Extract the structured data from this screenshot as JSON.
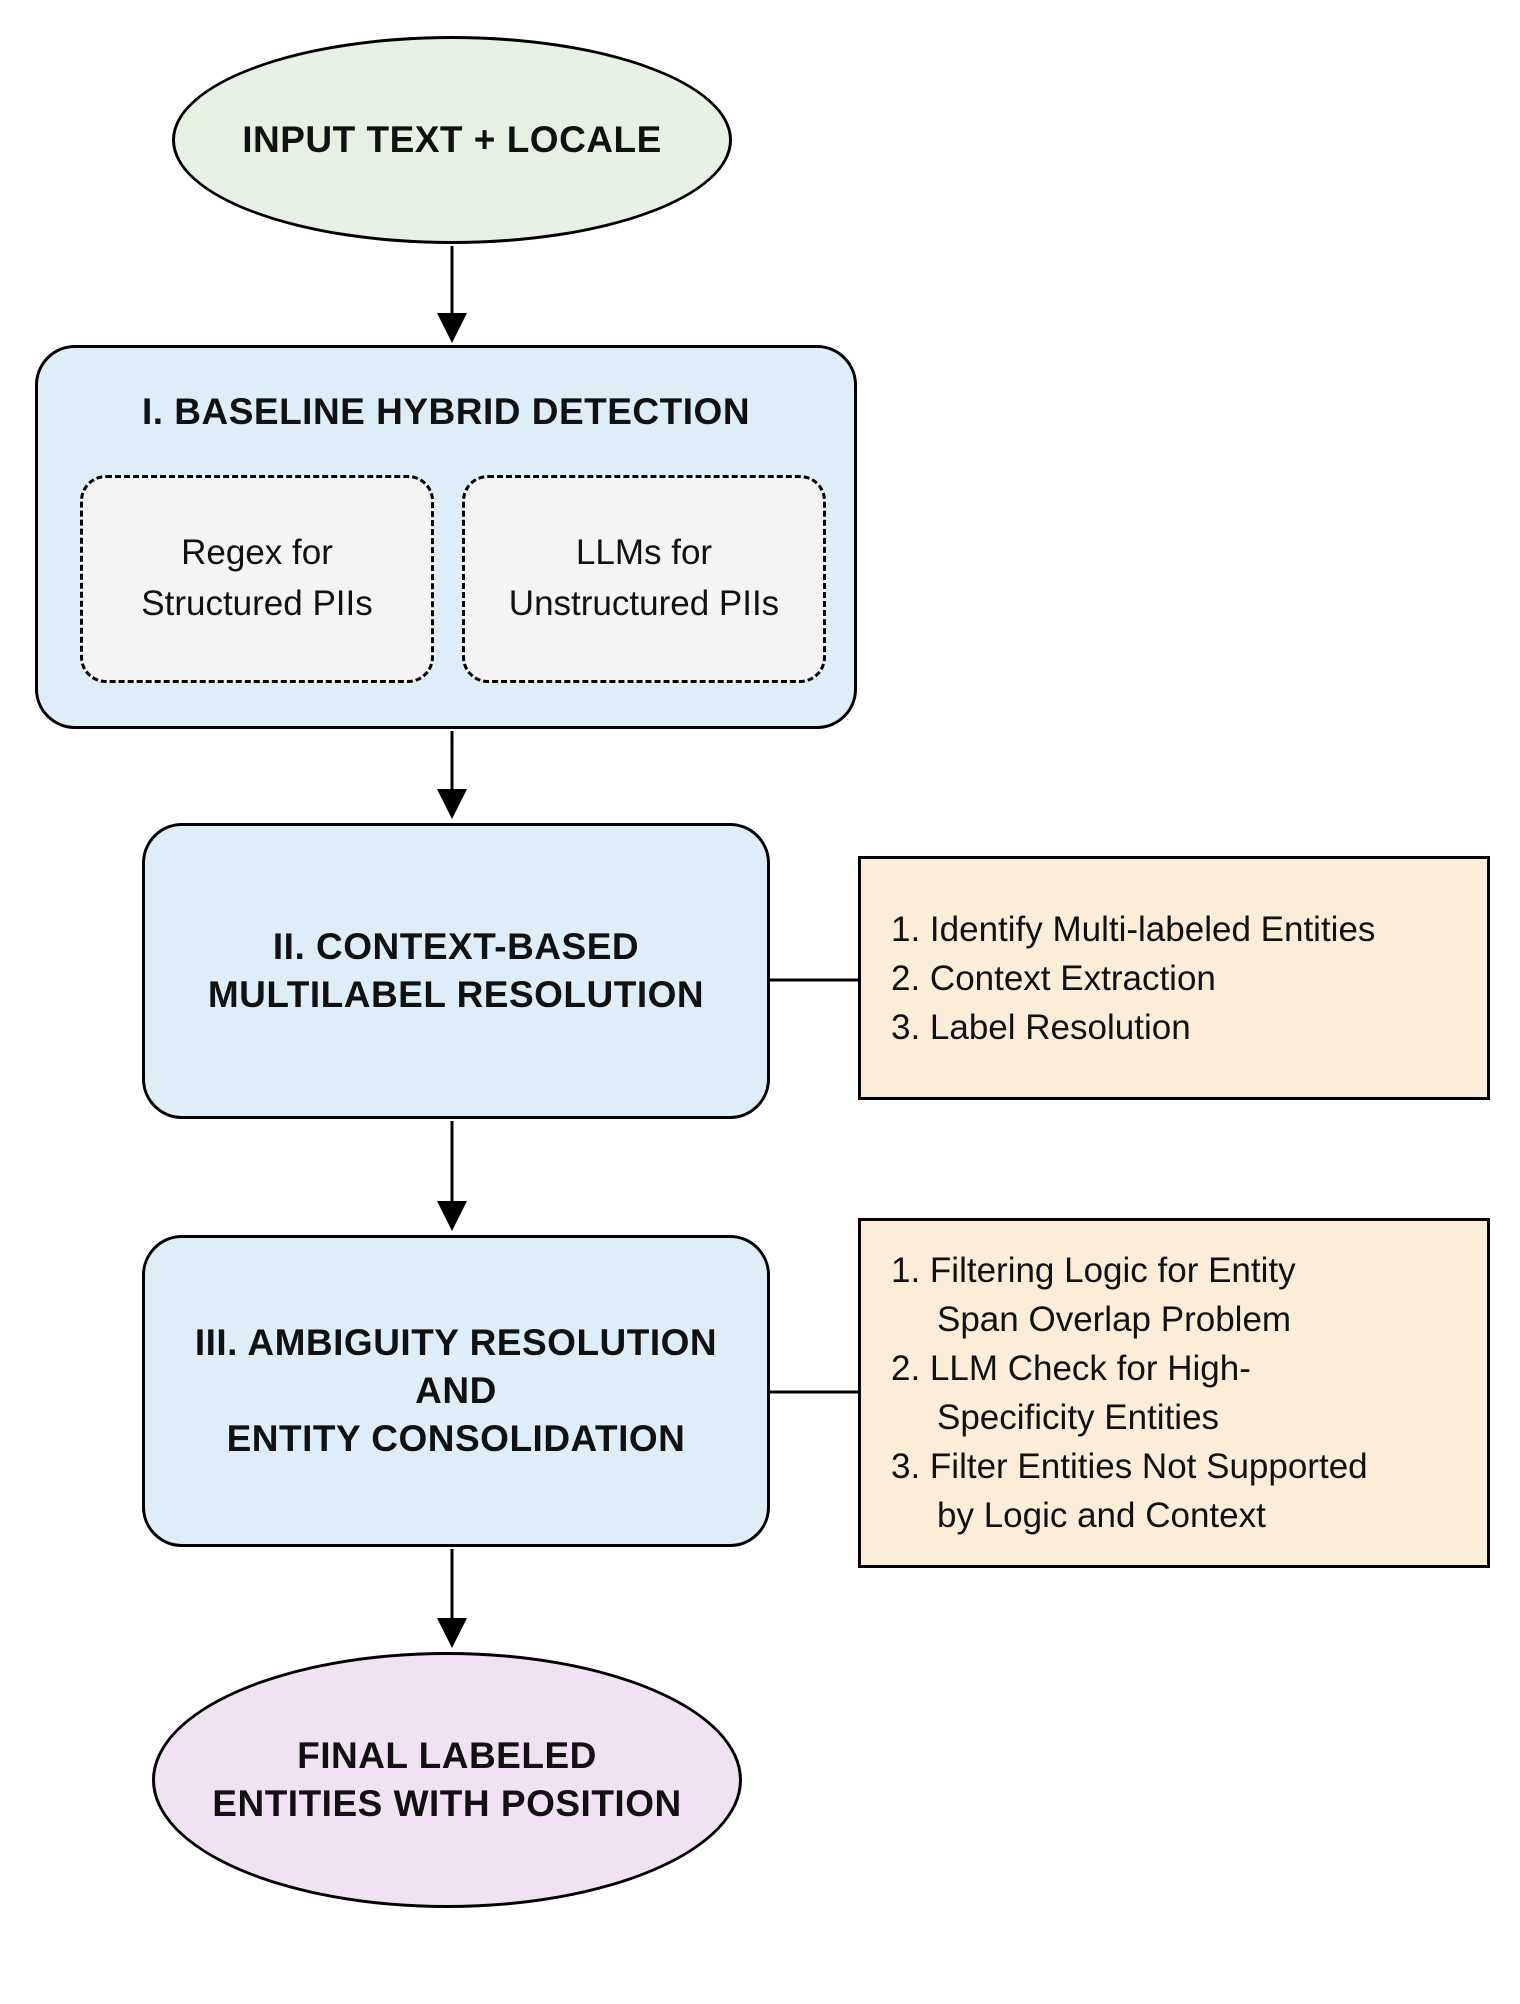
{
  "diagram": {
    "input_node": {
      "label": "INPUT TEXT + LOCALE"
    },
    "stage1": {
      "title": "I. BASELINE HYBRID DETECTION",
      "sub_nodes": [
        {
          "label": "Regex for\nStructured PIIs"
        },
        {
          "label": "LLMs for\nUnstructured PIIs"
        }
      ]
    },
    "stage2": {
      "title": "II. CONTEXT-BASED\nMULTILABEL RESOLUTION",
      "note_items": [
        "1. Identify Multi-labeled Entities",
        "2. Context Extraction",
        "3. Label Resolution"
      ]
    },
    "stage3": {
      "title": "III. AMBIGUITY RESOLUTION\nAND\nENTITY CONSOLIDATION",
      "note_items": [
        "1. Filtering Logic for Entity\nSpan Overlap Problem",
        "2. LLM Check for High-\nSpecificity Entities",
        "3. Filter Entities Not Supported\nby Logic and Context"
      ]
    },
    "output_node": {
      "label": "FINAL LABELED\nENTITIES WITH POSITION"
    }
  },
  "colors": {
    "node-green": "#e6f0e3",
    "node-blue": "#ddeef8",
    "node-gray": "#f4f4f4",
    "note-cream": "#fcedd8",
    "node-purple": "#f1e2f3",
    "stroke": "#000000",
    "text": "#111111"
  }
}
